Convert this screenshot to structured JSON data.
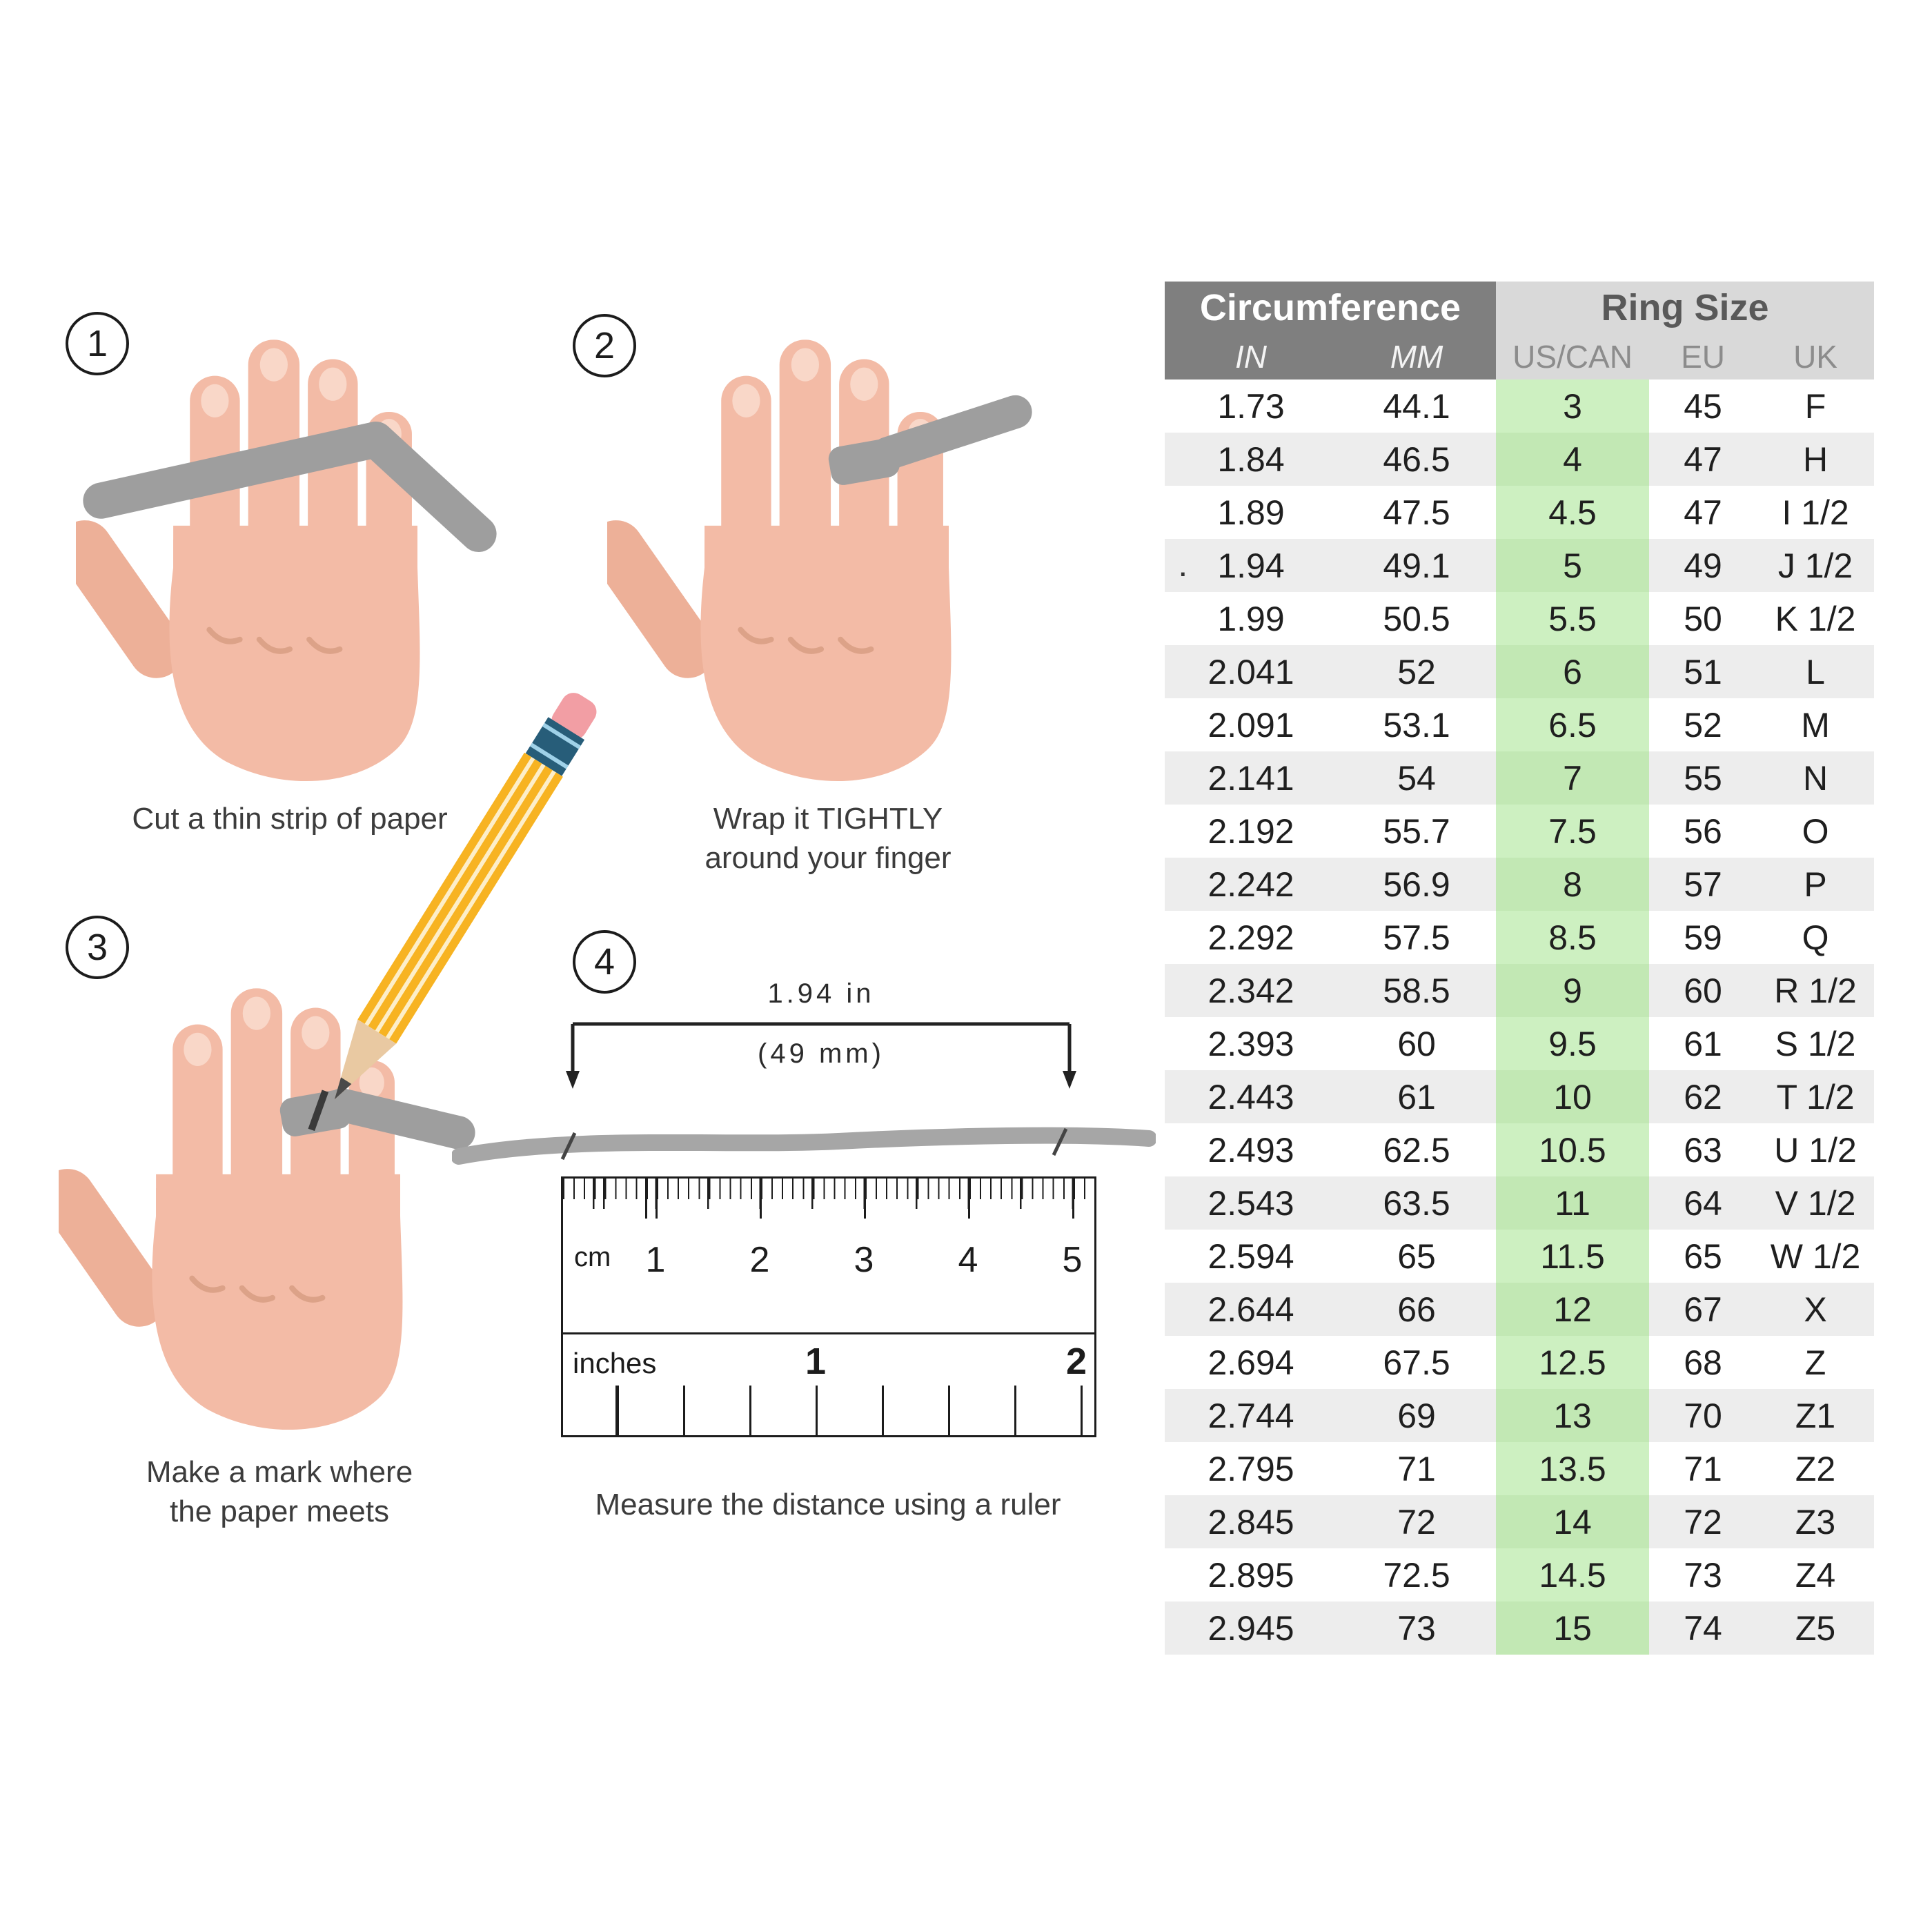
{
  "steps": [
    {
      "number": "1",
      "caption_lines": [
        "Cut a thin strip of paper"
      ]
    },
    {
      "number": "2",
      "caption_lines": [
        "Wrap it TIGHTLY",
        "around your finger"
      ]
    },
    {
      "number": "3",
      "caption_lines": [
        "Make a mark where",
        "the paper meets"
      ]
    },
    {
      "number": "4",
      "caption_lines": [
        "Measure the distance using a ruler"
      ]
    }
  ],
  "measurement": {
    "inches_label": "1.94 in",
    "mm_label": "(49 mm)"
  },
  "ruler": {
    "cm_label": "cm",
    "cm_ticks": [
      "1",
      "2",
      "3",
      "4",
      "5"
    ],
    "inches_label": "inches",
    "inch_ticks": [
      "1",
      "2"
    ]
  },
  "table": {
    "header_group_1": "Circumference",
    "header_group_2": "Ring Size",
    "columns": [
      "IN",
      "MM",
      "US/CAN",
      "EU",
      "UK"
    ],
    "stray_mark": "·",
    "rows": [
      [
        "1.73",
        "44.1",
        "3",
        "45",
        "F"
      ],
      [
        "1.84",
        "46.5",
        "4",
        "47",
        "H"
      ],
      [
        "1.89",
        "47.5",
        "4.5",
        "47",
        "I 1/2"
      ],
      [
        "1.94",
        "49.1",
        "5",
        "49",
        "J 1/2"
      ],
      [
        "1.99",
        "50.5",
        "5.5",
        "50",
        "K 1/2"
      ],
      [
        "2.041",
        "52",
        "6",
        "51",
        "L"
      ],
      [
        "2.091",
        "53.1",
        "6.5",
        "52",
        "M"
      ],
      [
        "2.141",
        "54",
        "7",
        "55",
        "N"
      ],
      [
        "2.192",
        "55.7",
        "7.5",
        "56",
        "O"
      ],
      [
        "2.242",
        "56.9",
        "8",
        "57",
        "P"
      ],
      [
        "2.292",
        "57.5",
        "8.5",
        "59",
        "Q"
      ],
      [
        "2.342",
        "58.5",
        "9",
        "60",
        "R 1/2"
      ],
      [
        "2.393",
        "60",
        "9.5",
        "61",
        "S 1/2"
      ],
      [
        "2.443",
        "61",
        "10",
        "62",
        "T 1/2"
      ],
      [
        "2.493",
        "62.5",
        "10.5",
        "63",
        "U 1/2"
      ],
      [
        "2.543",
        "63.5",
        "11",
        "64",
        "V 1/2"
      ],
      [
        "2.594",
        "65",
        "11.5",
        "65",
        "W 1/2"
      ],
      [
        "2.644",
        "66",
        "12",
        "67",
        "X"
      ],
      [
        "2.694",
        "67.5",
        "12.5",
        "68",
        "Z"
      ],
      [
        "2.744",
        "69",
        "13",
        "70",
        "Z1"
      ],
      [
        "2.795",
        "71",
        "13.5",
        "71",
        "Z2"
      ],
      [
        "2.845",
        "72",
        "14",
        "72",
        "Z3"
      ],
      [
        "2.895",
        "72.5",
        "14.5",
        "73",
        "Z4"
      ],
      [
        "2.945",
        "73",
        "15",
        "74",
        "Z5"
      ]
    ]
  },
  "colors": {
    "accent_green": "#cdf0c1",
    "header_dark": "#7f7f7f",
    "header_light": "#d9d9d9",
    "skin": "#f3bba6",
    "paper_gray": "#9e9e9e"
  }
}
